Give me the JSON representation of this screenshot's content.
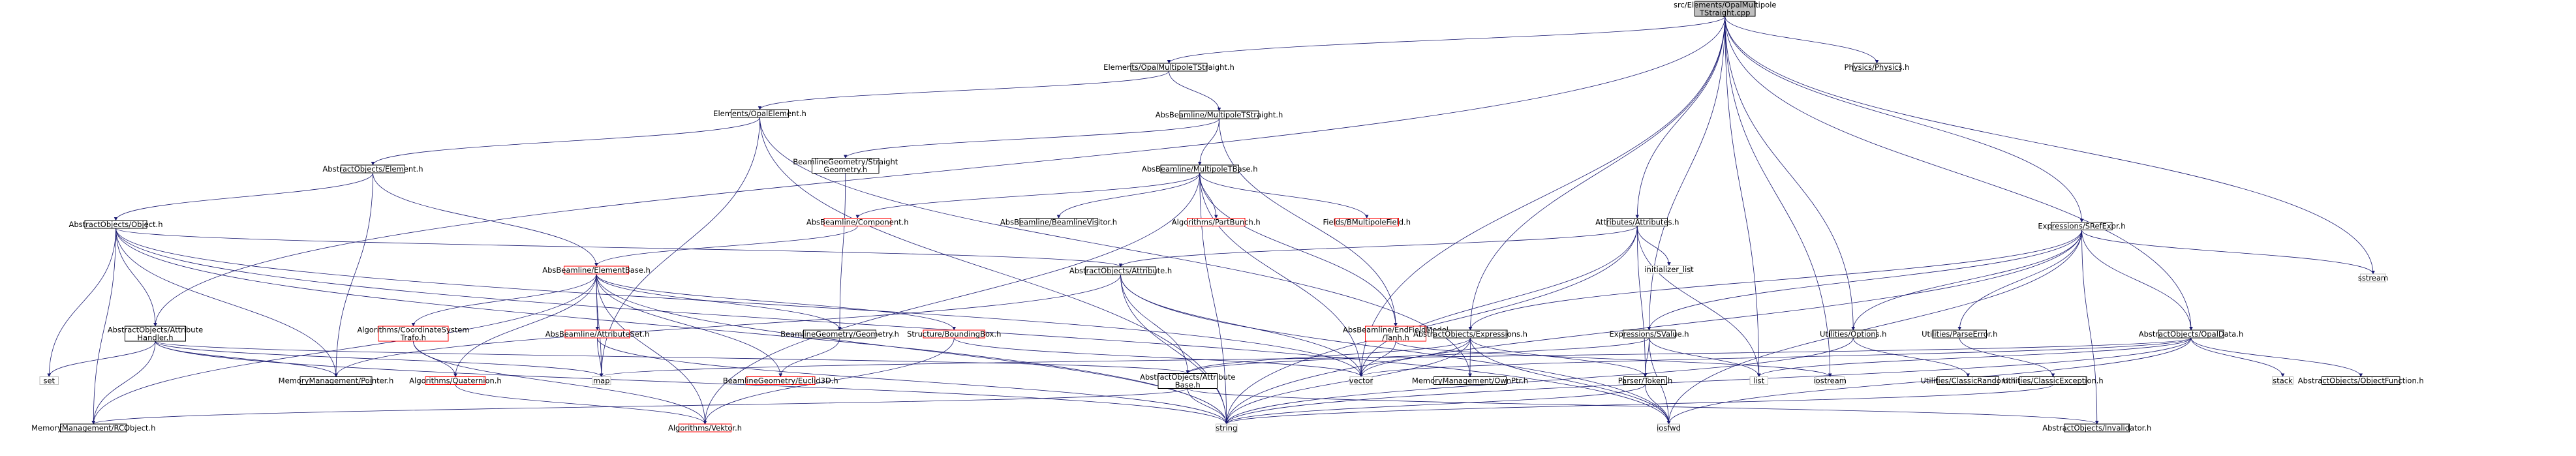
{
  "nodes": [
    {
      "id": "root",
      "lines": [
        "src/Elements/OpalMultipole",
        "TStraight.cpp"
      ],
      "kind": "root"
    },
    {
      "id": "opal_mts_h",
      "lines": [
        "Elements/OpalMultipoleTStraight.h"
      ]
    },
    {
      "id": "physics_h",
      "lines": [
        "Physics/Physics.h"
      ]
    },
    {
      "id": "opal_element_h",
      "lines": [
        "Elements/OpalElement.h"
      ]
    },
    {
      "id": "absbl_mts_h",
      "lines": [
        "AbsBeamline/MultipoleTStraight.h"
      ]
    },
    {
      "id": "ao_element_h",
      "lines": [
        "AbstractObjects/Element.h"
      ]
    },
    {
      "id": "bg_straight_h",
      "lines": [
        "BeamlineGeometry/Straight",
        "Geometry.h"
      ]
    },
    {
      "id": "mtbase_h",
      "lines": [
        "AbsBeamline/MultipoleTBase.h"
      ]
    },
    {
      "id": "ao_object_h",
      "lines": [
        "AbstractObjects/Object.h"
      ]
    },
    {
      "id": "component_h",
      "lines": [
        "AbsBeamline/Component.h"
      ],
      "kind": "red"
    },
    {
      "id": "blvisitor_h",
      "lines": [
        "AbsBeamline/BeamlineVisitor.h"
      ]
    },
    {
      "id": "partbunch_h",
      "lines": [
        "Algorithms/PartBunch.h"
      ],
      "kind": "red"
    },
    {
      "id": "bmf_h",
      "lines": [
        "Fields/BMultipoleField.h"
      ],
      "kind": "red"
    },
    {
      "id": "attributes_h",
      "lines": [
        "Attributes/Attributes.h"
      ]
    },
    {
      "id": "initlist",
      "lines": [
        "initializer_list"
      ],
      "kind": "grey"
    },
    {
      "id": "sfexpr_h",
      "lines": [
        "Expressions/SRefExpr.h"
      ]
    },
    {
      "id": "sstream",
      "lines": [
        "sstream"
      ],
      "kind": "grey"
    },
    {
      "id": "elementbase_h",
      "lines": [
        "AbsBeamline/ElementBase.h"
      ],
      "kind": "red"
    },
    {
      "id": "ao_attribute_h",
      "lines": [
        "AbstractObjects/Attribute.h"
      ]
    },
    {
      "id": "ao_attrhandler_h",
      "lines": [
        "AbstractObjects/Attribute",
        "Handler.h"
      ]
    },
    {
      "id": "alg_coordsys_h",
      "lines": [
        "Algorithms/CoordinateSystem",
        "Trafo.h"
      ],
      "kind": "red"
    },
    {
      "id": "attrset_h",
      "lines": [
        "AbsBeamline/AttributeSet.h"
      ],
      "kind": "red"
    },
    {
      "id": "bg_geometry_h",
      "lines": [
        "BeamlineGeometry/Geometry.h"
      ]
    },
    {
      "id": "boundingbox_h",
      "lines": [
        "Structure/BoundingBox.h"
      ],
      "kind": "red"
    },
    {
      "id": "endfield_h",
      "lines": [
        "AbsBeamline/EndFieldModel",
        "/Tanh.h"
      ],
      "kind": "red"
    },
    {
      "id": "ao_expressions_h",
      "lines": [
        "AbstractObjects/Expressions.h"
      ]
    },
    {
      "id": "expr_svalue_h",
      "lines": [
        "Expressions/SValue.h"
      ]
    },
    {
      "id": "util_options_h",
      "lines": [
        "Utilities/Options.h"
      ]
    },
    {
      "id": "util_parseerror_h",
      "lines": [
        "Utilities/ParseError.h"
      ]
    },
    {
      "id": "ao_opaldata_h",
      "lines": [
        "AbstractObjects/OpalData.h"
      ]
    },
    {
      "id": "set",
      "lines": [
        "set"
      ],
      "kind": "grey"
    },
    {
      "id": "mm_pointer_h",
      "lines": [
        "MemoryManagement/Pointer.h"
      ]
    },
    {
      "id": "quaternion_h",
      "lines": [
        "Algorithms/Quaternion.h"
      ],
      "kind": "red"
    },
    {
      "id": "map",
      "lines": [
        "map"
      ],
      "kind": "grey"
    },
    {
      "id": "euclid3d_h",
      "lines": [
        "BeamlineGeometry/Euclid3D.h"
      ],
      "kind": "red"
    },
    {
      "id": "ao_attrbase_h",
      "lines": [
        "AbstractObjects/Attribute",
        "Base.h"
      ]
    },
    {
      "id": "vector",
      "lines": [
        "vector"
      ],
      "kind": "grey"
    },
    {
      "id": "mm_ownptr_h",
      "lines": [
        "MemoryManagement/OwnPtr.h"
      ]
    },
    {
      "id": "parser_token_h",
      "lines": [
        "Parser/Token.h"
      ]
    },
    {
      "id": "list",
      "lines": [
        "list"
      ],
      "kind": "grey"
    },
    {
      "id": "iostream",
      "lines": [
        "iostream"
      ],
      "kind": "grey"
    },
    {
      "id": "util_classicrandom_h",
      "lines": [
        "Utilities/ClassicRandom.h"
      ]
    },
    {
      "id": "util_classicexc_h",
      "lines": [
        "Utilities/ClassicException.h"
      ]
    },
    {
      "id": "stack",
      "lines": [
        "stack"
      ],
      "kind": "grey"
    },
    {
      "id": "ao_objfunc_h",
      "lines": [
        "AbstractObjects/ObjectFunction.h"
      ]
    },
    {
      "id": "mm_rcobject_h",
      "lines": [
        "MemoryManagement/RCObject.h"
      ]
    },
    {
      "id": "vektor_h",
      "lines": [
        "Algorithms/Vektor.h"
      ],
      "kind": "red"
    },
    {
      "id": "string",
      "lines": [
        "string"
      ],
      "kind": "grey"
    },
    {
      "id": "iosfwd",
      "lines": [
        "iosfwd"
      ],
      "kind": "grey"
    },
    {
      "id": "ao_invalidator_h",
      "lines": [
        "AbstractObjects/Invalidator.h"
      ]
    }
  ]
}
